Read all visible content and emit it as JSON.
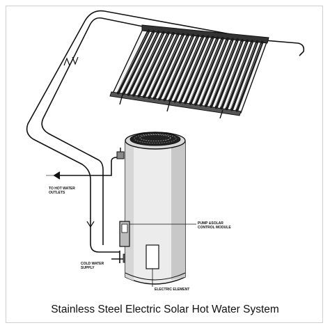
{
  "caption": "Stainless Steel Electric Solar Hot Water System",
  "labels": {
    "hot_outlets_line1": "TO HOT WATER",
    "hot_outlets_line2": "OUTLETS",
    "pump_line1": "PUMP &SOLAR",
    "pump_line2": "CONTROL MODULE",
    "cold_line1": "COLD WATER",
    "cold_line2": "SUPPLY",
    "element": "ELECTRIC ELEMENT"
  },
  "tube_count": 24
}
